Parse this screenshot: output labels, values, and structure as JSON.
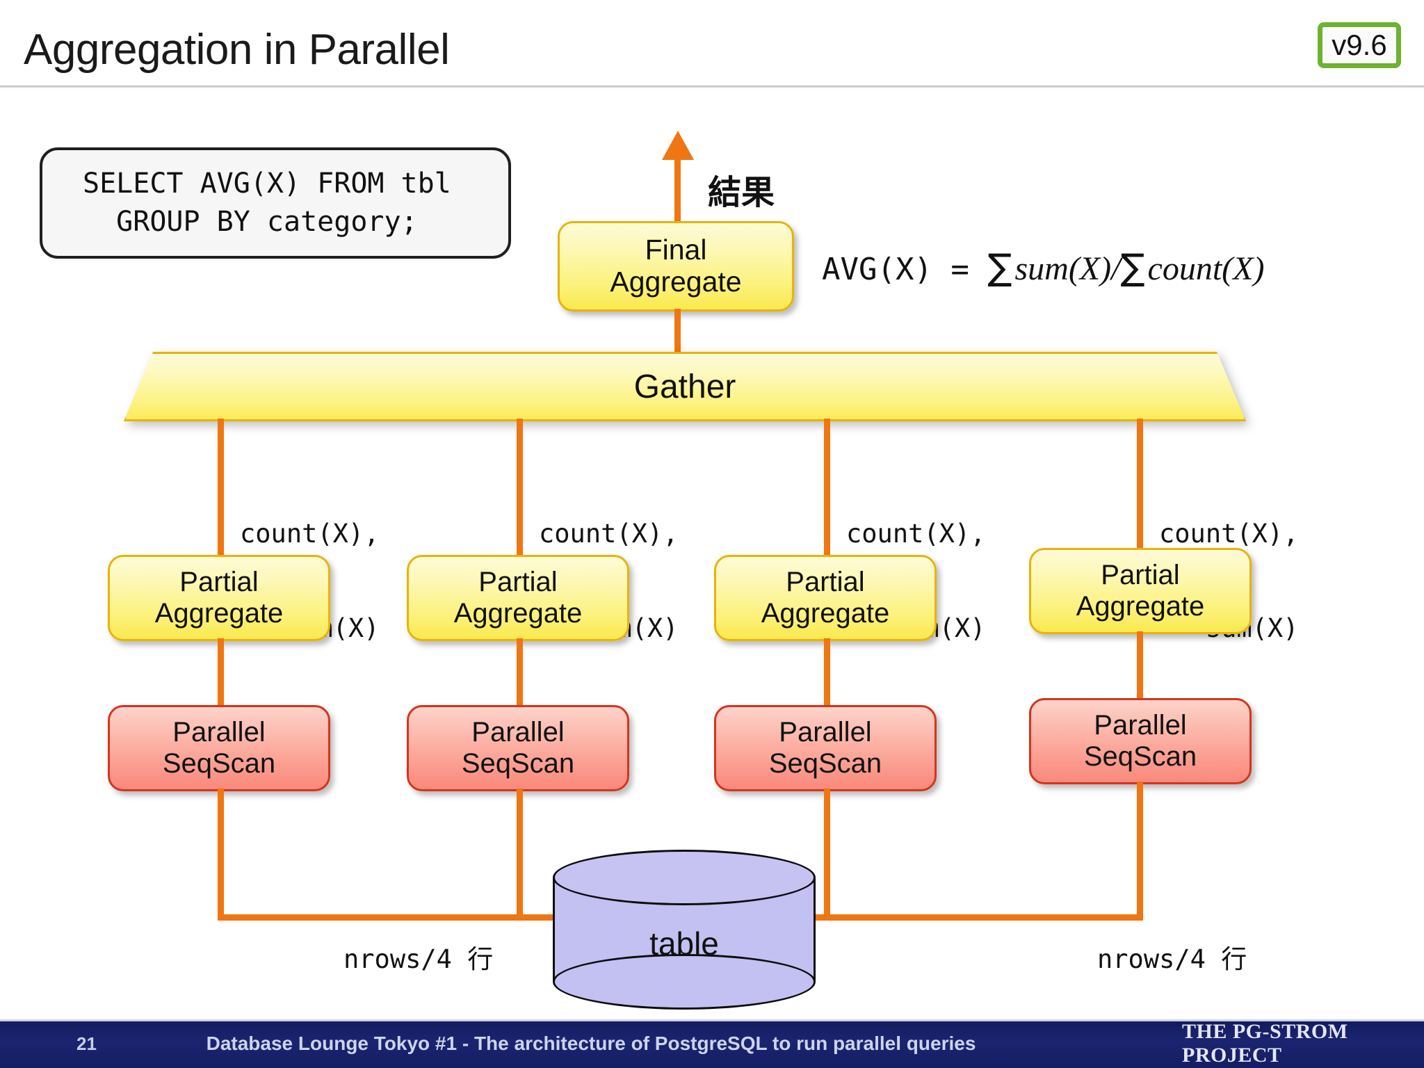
{
  "header": {
    "title": "Aggregation in Parallel",
    "version_badge": "v9.6",
    "badge_border_color": "#6fb231"
  },
  "sql": {
    "line1": "SELECT AVG(X) FROM tbl",
    "line2": "  GROUP BY category;"
  },
  "flow": {
    "result_label": "結果",
    "final_aggregate": "Final\nAggregate",
    "final_aggregate_line1": "Final",
    "final_aggregate_line2": "Aggregate",
    "gather": "Gather",
    "formula_lhs": "AVG(X)  = ",
    "formula_rhs": "∑sum(X)/∑count(X)",
    "formula_full": "AVG(X)  =  ∑sum(X)/∑count(X)",
    "partial_label_line1": "Partial",
    "partial_label_line2": "Aggregate",
    "seqscan_label_line1": "Parallel",
    "seqscan_label_line2": "SeqScan",
    "edge_label": "count(X),\n sum(X)",
    "edge_label_line1": "count(X),",
    "edge_label_line2": "sum(X)",
    "table_label": "table",
    "nrows_label": "nrows/4 行",
    "workers": [
      {
        "partial": "Partial Aggregate",
        "scan": "Parallel SeqScan",
        "edge": "count(X), sum(X)"
      },
      {
        "partial": "Partial Aggregate",
        "scan": "Parallel SeqScan",
        "edge": "count(X), sum(X)"
      },
      {
        "partial": "Partial Aggregate",
        "scan": "Parallel SeqScan",
        "edge": "count(X), sum(X)"
      },
      {
        "partial": "Partial Aggregate",
        "scan": "Parallel SeqScan",
        "edge": "count(X), sum(X)"
      }
    ]
  },
  "colors": {
    "connector_orange": "#ef7612",
    "node_yellow_border": "#e8b30a",
    "node_red_border": "#d6341c",
    "cylinder_fill": "#c3c0f2",
    "footer_navy": "#1b2470"
  },
  "footer": {
    "page_number": "21",
    "center_text": "Database Lounge Tokyo #1 - The architecture of PostgreSQL to run parallel queries",
    "brand": "THE PG-STROM PROJECT"
  }
}
